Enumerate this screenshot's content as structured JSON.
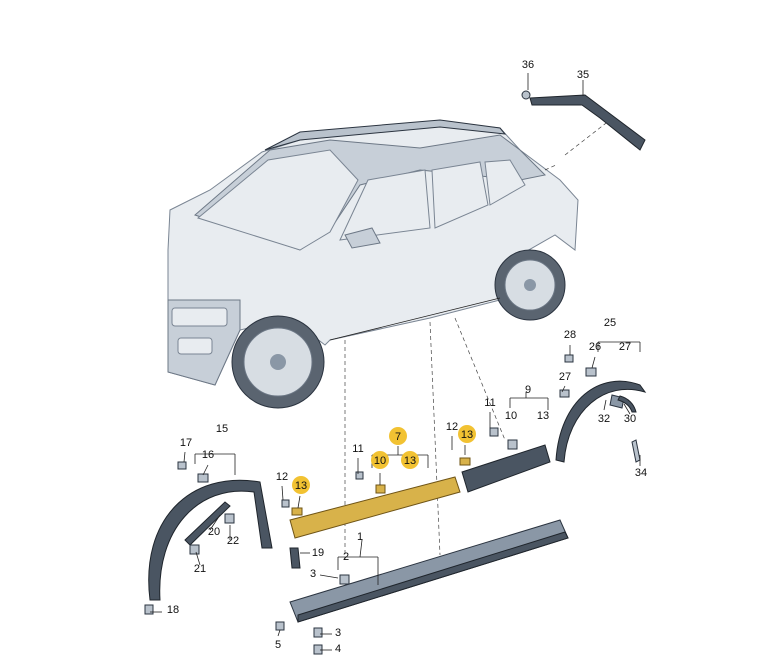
{
  "callouts": [
    {
      "id": "c36",
      "label": "36",
      "highlight": false
    },
    {
      "id": "c35",
      "label": "35",
      "highlight": false
    },
    {
      "id": "c28",
      "label": "28",
      "highlight": false
    },
    {
      "id": "c25",
      "label": "25",
      "highlight": false
    },
    {
      "id": "c26",
      "label": "26",
      "highlight": false
    },
    {
      "id": "c27a",
      "label": "27",
      "highlight": false
    },
    {
      "id": "c27b",
      "label": "27",
      "highlight": false
    },
    {
      "id": "c9",
      "label": "9",
      "highlight": false
    },
    {
      "id": "c11a",
      "label": "11",
      "highlight": false
    },
    {
      "id": "c10a",
      "label": "10",
      "highlight": false
    },
    {
      "id": "c13a",
      "label": "13",
      "highlight": false
    },
    {
      "id": "c32",
      "label": "32",
      "highlight": false
    },
    {
      "id": "c30",
      "label": "30",
      "highlight": false
    },
    {
      "id": "c34",
      "label": "34",
      "highlight": false
    },
    {
      "id": "c7",
      "label": "7",
      "highlight": true
    },
    {
      "id": "c13b",
      "label": "13",
      "highlight": true
    },
    {
      "id": "c11b",
      "label": "11",
      "highlight": false
    },
    {
      "id": "c10b",
      "label": "10",
      "highlight": true
    },
    {
      "id": "c13c",
      "label": "13",
      "highlight": true
    },
    {
      "id": "c12a",
      "label": "12",
      "highlight": false
    },
    {
      "id": "c17",
      "label": "17",
      "highlight": false
    },
    {
      "id": "c15",
      "label": "15",
      "highlight": false
    },
    {
      "id": "c16",
      "label": "16",
      "highlight": false
    },
    {
      "id": "c12b",
      "label": "12",
      "highlight": false
    },
    {
      "id": "c13d",
      "label": "13",
      "highlight": true
    },
    {
      "id": "c20",
      "label": "20",
      "highlight": false
    },
    {
      "id": "c22",
      "label": "22",
      "highlight": false
    },
    {
      "id": "c21",
      "label": "21",
      "highlight": false
    },
    {
      "id": "c19",
      "label": "19",
      "highlight": false
    },
    {
      "id": "c1",
      "label": "1",
      "highlight": false
    },
    {
      "id": "c2",
      "label": "2",
      "highlight": false
    },
    {
      "id": "c3a",
      "label": "3",
      "highlight": false
    },
    {
      "id": "c18",
      "label": "18",
      "highlight": false
    },
    {
      "id": "c5",
      "label": "5",
      "highlight": false
    },
    {
      "id": "c3b",
      "label": "3",
      "highlight": false
    },
    {
      "id": "c4",
      "label": "4",
      "highlight": false
    }
  ],
  "colors": {
    "highlight": "#f2c232",
    "part": "#8a97a6",
    "car": "#e8ecf0"
  }
}
